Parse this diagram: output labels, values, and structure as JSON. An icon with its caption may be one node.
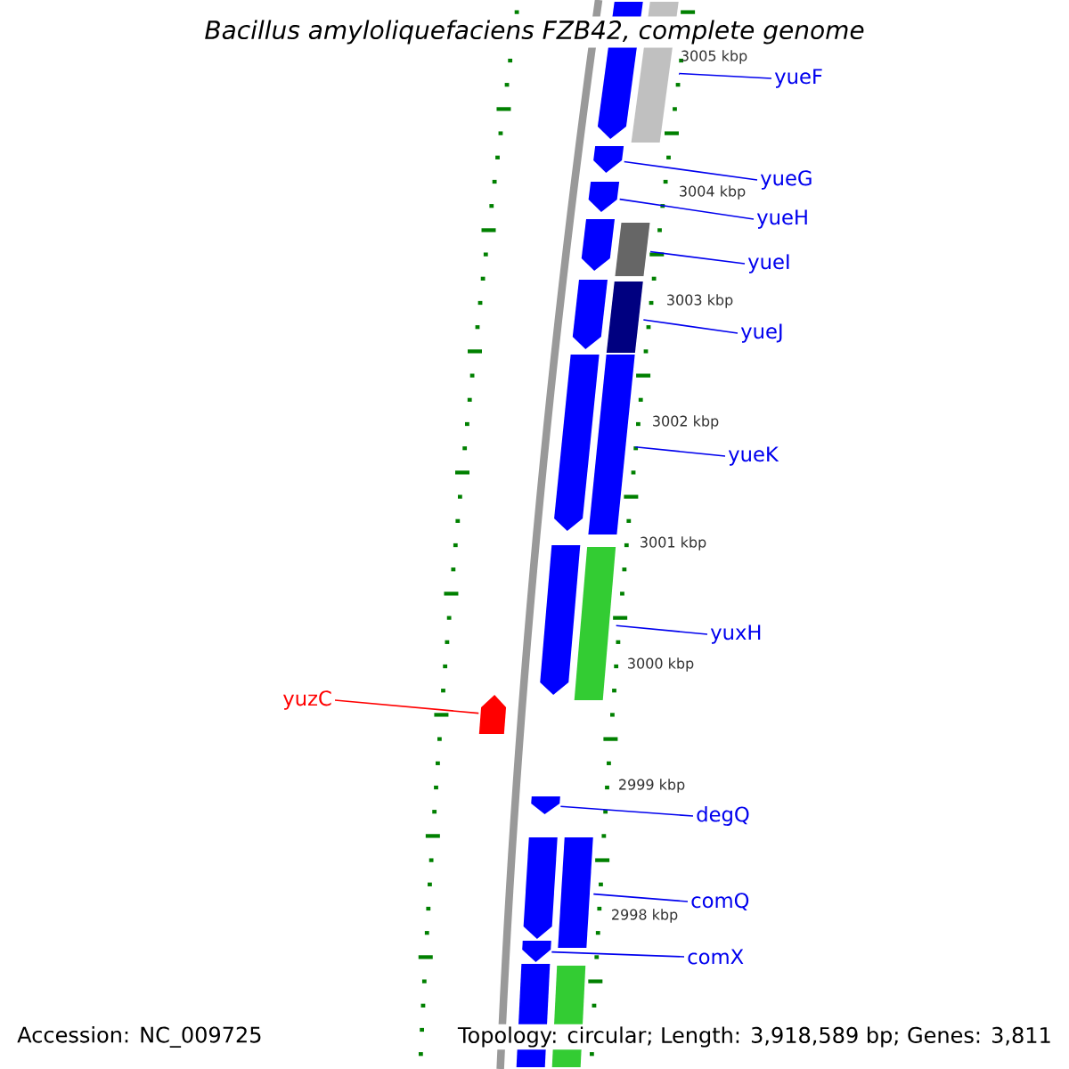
{
  "diagram": {
    "title": "*Bacillus amyloliquefaciens* FZB42, complete genome",
    "nodes": [
      {
        "text": [
          "yueF"
        ]
      },
      {
        "text": [
          "yueG"
        ]
      },
      {
        "text": [
          "yueH"
        ]
      },
      {
        "text": [
          "yueI"
        ]
      },
      {
        "text": [
          "yueJ"
        ]
      },
      {
        "text": [
          "yueK"
        ]
      },
      {
        "text": [
          "yuxH"
        ]
      },
      {
        "text": [
          "yuzC"
        ]
      },
      {
        "text": [
          "degQ"
        ]
      },
      {
        "text": [
          "comQ"
        ]
      },
      {
        "text": [
          "comX"
        ]
      },
      {
        "text": [],
        "shape": "pentagon"
      },
      {
        "text": [],
        "shape": "box"
      },
      {
        "text": [],
        "shape": "pentagon"
      },
      {
        "text": [],
        "shape": "pentagon"
      },
      {
        "text": [],
        "shape": "pentagon"
      },
      {
        "text": [],
        "shape": "box"
      },
      {
        "text": [],
        "shape": "pentagon"
      },
      {
        "text": [],
        "shape": "box"
      },
      {
        "text": [],
        "shape": "pentagon"
      },
      {
        "text": [],
        "shape": "box"
      },
      {
        "text": [],
        "shape": "pentagon"
      },
      {
        "text": [],
        "shape": "box"
      },
      {
        "text": [],
        "shape": "pentagon"
      },
      {
        "text": [],
        "shape": "pentagon"
      },
      {
        "text": [],
        "shape": "pentagon"
      },
      {
        "text": [],
        "shape": "box"
      },
      {
        "text": [],
        "shape": "pentagon"
      },
      {
        "text": [],
        "shape": "box"
      },
      {
        "text": [],
        "shape": "box"
      }
    ],
    "edges": [
      {
        "from": 0,
        "to": 12,
        "arrow": "none"
      },
      {
        "from": 1,
        "to": 13,
        "arrow": "none"
      },
      {
        "from": 2,
        "to": 14,
        "arrow": "none"
      },
      {
        "from": 3,
        "to": 16,
        "arrow": "none"
      },
      {
        "from": 4,
        "to": 18,
        "arrow": "none"
      },
      {
        "from": 5,
        "to": 20,
        "arrow": "none"
      },
      {
        "from": 6,
        "to": 22,
        "arrow": "none"
      },
      {
        "from": 7,
        "to": 23,
        "arrow": "none",
        "color": "#ff0000"
      },
      {
        "from": 8,
        "to": 24,
        "arrow": "none"
      },
      {
        "from": 9,
        "to": 26,
        "arrow": "none"
      },
      {
        "from": 10,
        "to": 27,
        "arrow": "none"
      }
    ],
    "labels": [
      "3005 kbp",
      "3004 kbp",
      "3003 kbp",
      "3002 kbp",
      "3001 kbp",
      "3000 kbp",
      "2999 kbp",
      "2998 kbp",
      "Accession: NC_009725",
      "Topology: circular; Length: 3,918,589 bp; Genes: 3,811"
    ]
  }
}
